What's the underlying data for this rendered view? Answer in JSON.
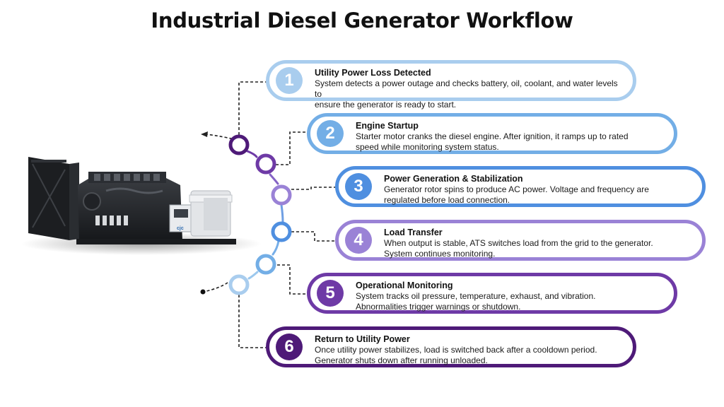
{
  "title": "Industrial Diesel Generator Workflow",
  "generator_brand": "cjc",
  "colors": {
    "step1": "#a9cdee",
    "step2": "#73aee6",
    "step3": "#4f8fe0",
    "step4": "#9a82d6",
    "step5": "#6e3aa6",
    "step6": "#4e1a78"
  },
  "steps": [
    {
      "number": "1",
      "title": "Utility Power Loss Detected",
      "line1": "System detects a power outage and checks battery, oil, coolant, and water levels to",
      "line2": "ensure the generator is ready to start."
    },
    {
      "number": "2",
      "title": "Engine Startup",
      "line1": "Starter motor cranks the diesel engine. After ignition, it ramps up to rated",
      "line2": "speed while monitoring system status."
    },
    {
      "number": "3",
      "title": "Power Generation & Stabilization",
      "line1": "Generator rotor spins to produce AC power. Voltage and frequency are",
      "line2": "regulated before load connection."
    },
    {
      "number": "4",
      "title": "Load Transfer",
      "line1": "When output is stable, ATS switches load from the grid to the generator.",
      "line2": "System continues monitoring."
    },
    {
      "number": "5",
      "title": "Operational Monitoring",
      "line1": "System tracks oil pressure, temperature, exhaust, and vibration.",
      "line2": "Abnormalities trigger warnings or shutdown."
    },
    {
      "number": "6",
      "title": "Return to Utility Power",
      "line1": "Once utility power stabilizes, load is switched back after a cooldown period.",
      "line2": "Generator shuts down after running unloaded."
    }
  ]
}
